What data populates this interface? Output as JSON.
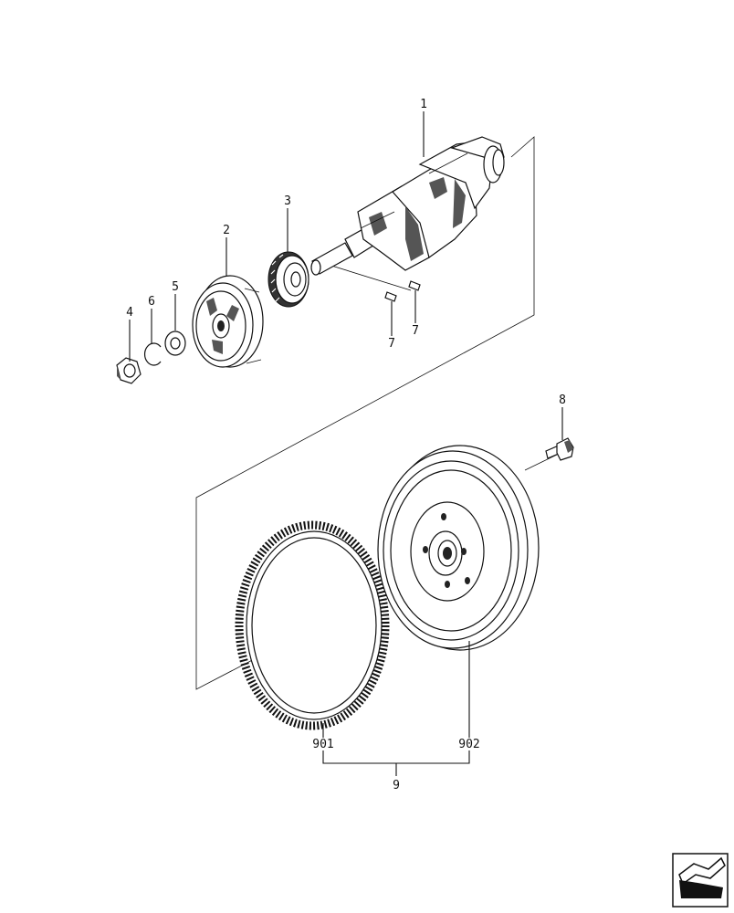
{
  "callouts": {
    "crankshaft": "1",
    "pulley": "2",
    "gear": "3",
    "nut": "4",
    "washer": "5",
    "lock_washer": "6",
    "key_left": "7",
    "key_right": "7",
    "bolt": "8",
    "flywheel_assembly": "9",
    "ring_gear": "901",
    "flywheel": "902"
  },
  "icons": {
    "corner": "navigation-arrow-icon"
  },
  "colors": {
    "line": "#111111",
    "background": "#ffffff"
  }
}
